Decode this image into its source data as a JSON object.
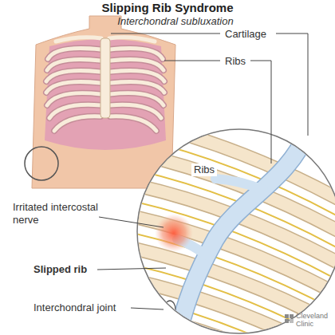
{
  "diagram": {
    "title": "Slipping Rib Syndrome",
    "labels": [
      "Interchondral subluxation",
      "Cartilage",
      "Ribs",
      "Ribs",
      "Irritated intercostal nerve",
      "Slipped rib",
      "Interchondral joint",
      "Cleveland Clinic"
    ]
  }
}
